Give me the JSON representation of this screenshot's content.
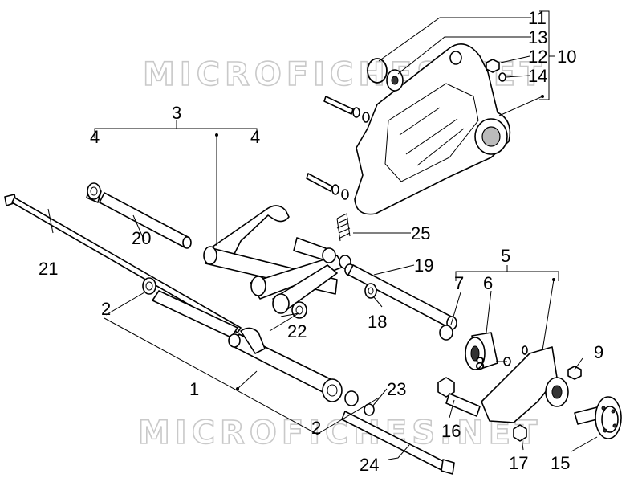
{
  "watermark": {
    "text_top": "MICROFICHES.NET",
    "text_bottom": "MICROFICHES.NET"
  },
  "callouts": {
    "c1": "1",
    "c2a": "2",
    "c2b": "2",
    "c3": "3",
    "c4a": "4",
    "c4b": "4",
    "c5": "5",
    "c6": "6",
    "c7": "7",
    "c8": "8",
    "c9": "9",
    "c10": "10",
    "c11": "11",
    "c12": "12",
    "c13": "13",
    "c14": "14",
    "c15": "15",
    "c16": "16",
    "c17": "17",
    "c18": "18",
    "c19": "19",
    "c20": "20",
    "c21": "21",
    "c22": "22",
    "c23": "23",
    "c24": "24",
    "c25": "25"
  }
}
